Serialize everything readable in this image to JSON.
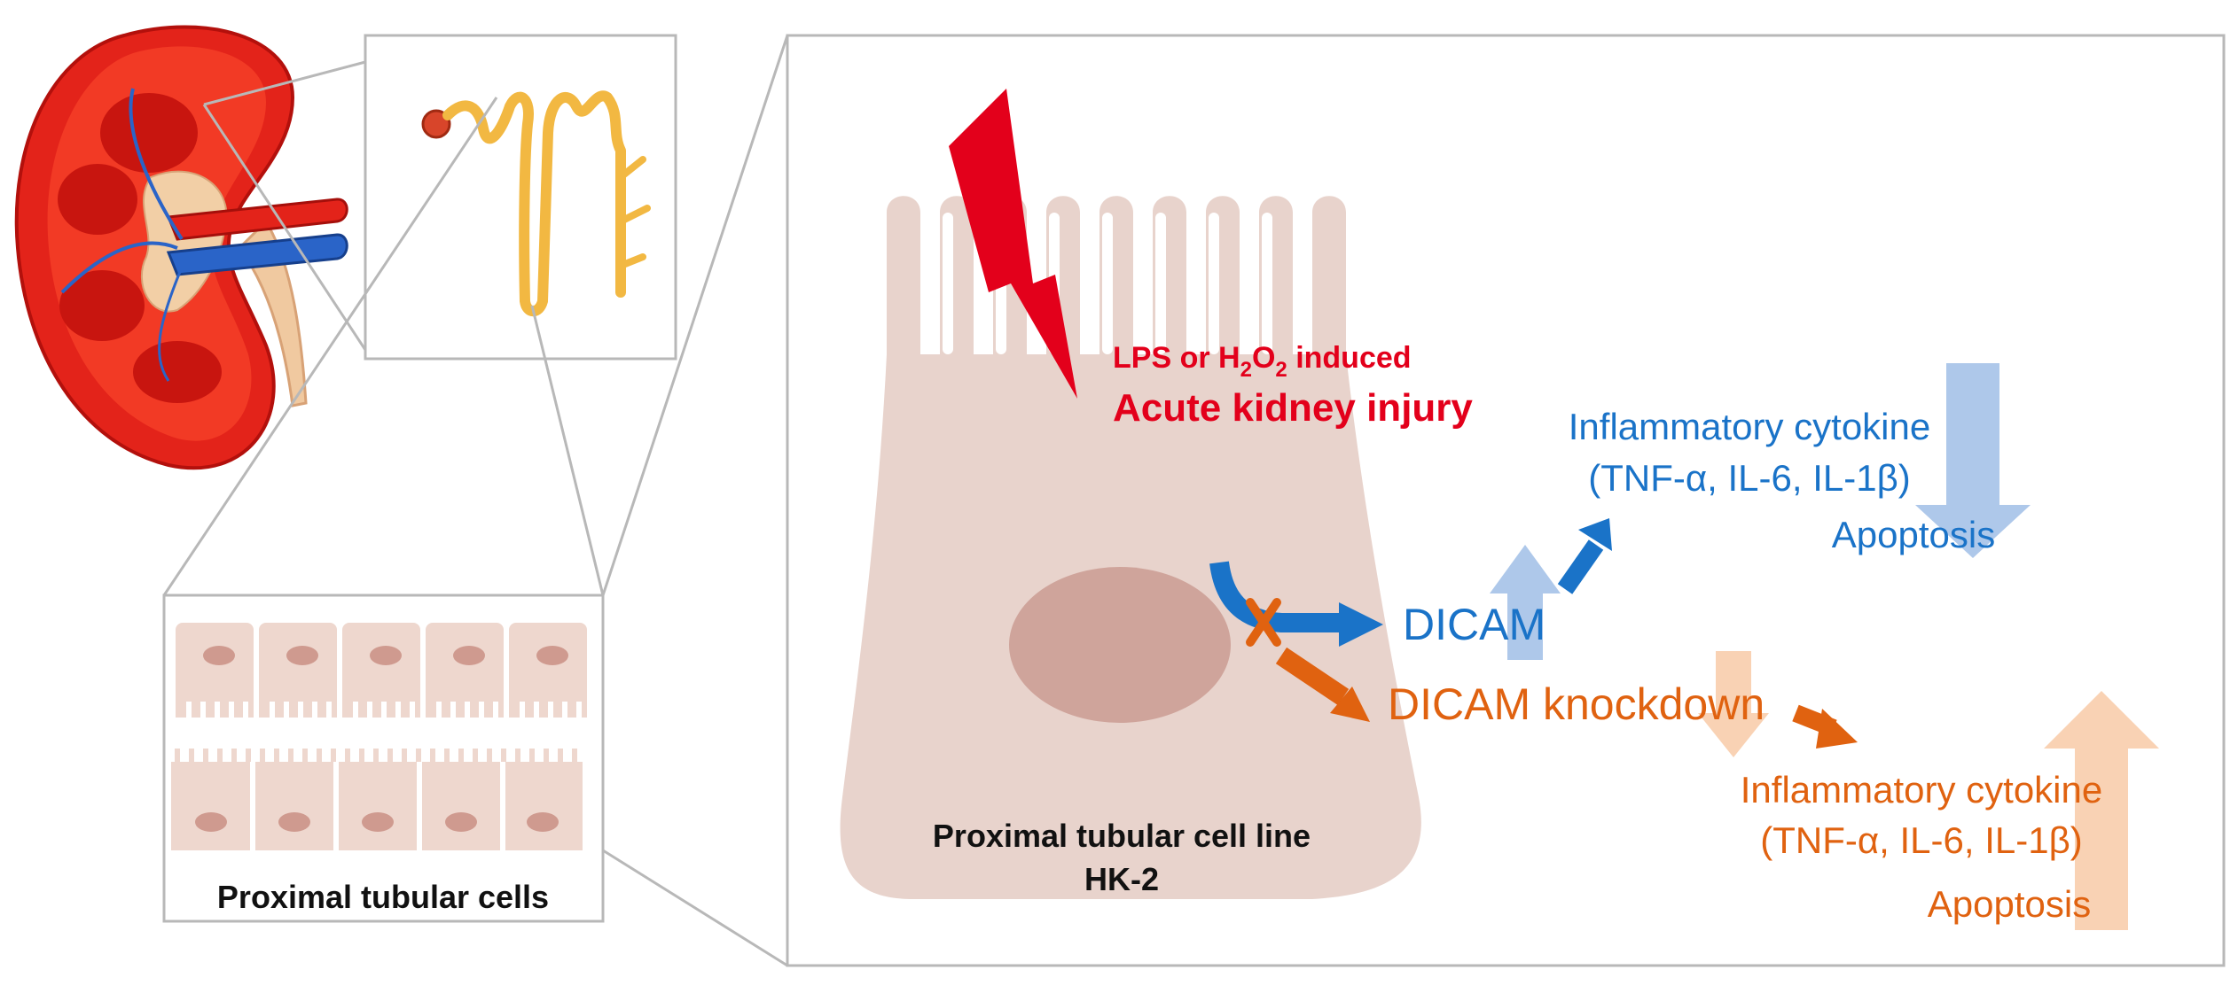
{
  "labels": {
    "injury_line1_prefix": "LPS or H",
    "injury_line1_sub1": "2",
    "injury_line1_mid": "O",
    "injury_line1_sub2": "2",
    "injury_line1_suffix": " induced",
    "injury_line2": "Acute kidney injury",
    "dicam": "DICAM",
    "dicam_knockdown": "DICAM knockdown",
    "blue_cytokine": "Inflammatory cytokine",
    "blue_cytokine_list": "(TNF-α, IL-6, IL-1β)",
    "blue_apoptosis": "Apoptosis",
    "orange_cytokine": "Inflammatory cytokine",
    "orange_cytokine_list": "(TNF-α, IL-6, IL-1β)",
    "orange_apoptosis": "Apoptosis",
    "cell_line_1": "Proximal tubular cell line",
    "cell_line_2": "HK-2",
    "tubular_cells": "Proximal tubular cells"
  },
  "colors": {
    "injury_red": "#e3001b",
    "dicam_blue": "#1a73c8",
    "knockdown_orange": "#e06210",
    "pale_blue": "#aec8ea",
    "pale_orange": "#f9d2b4",
    "cell_body": "#e8d3cc",
    "nucleus": "#cfa49b",
    "frame_gray": "#b8b8b8"
  }
}
